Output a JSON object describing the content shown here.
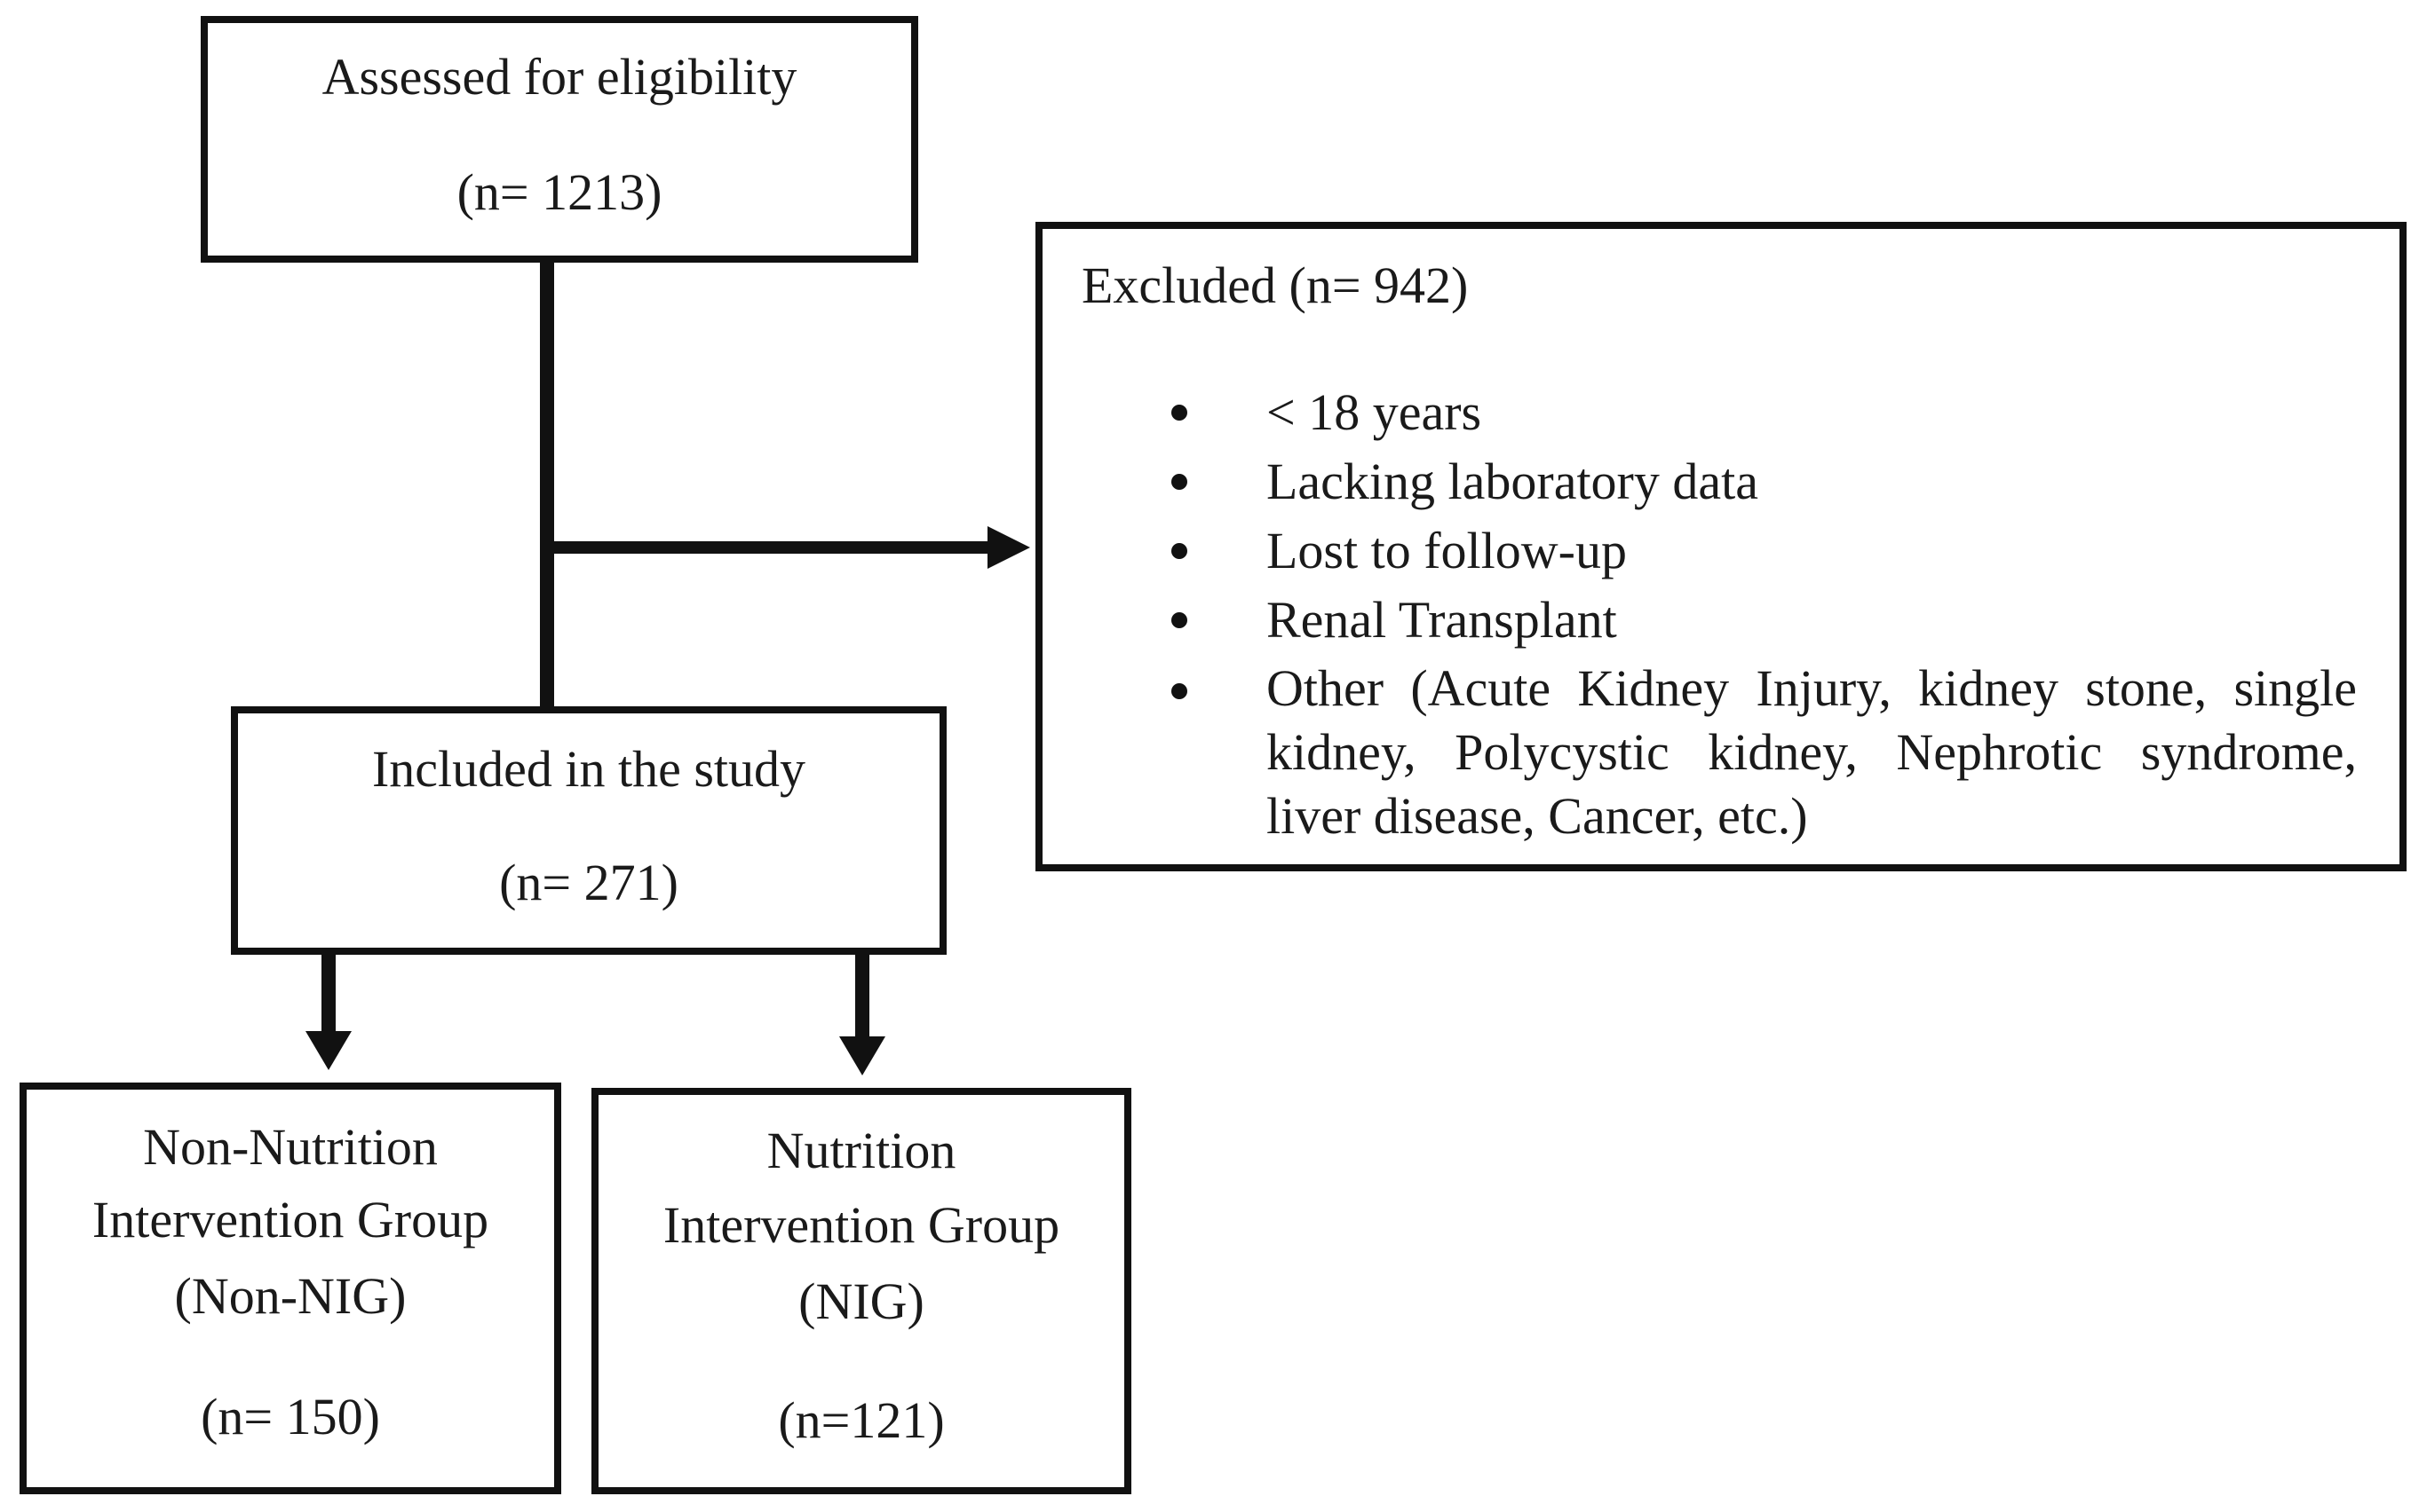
{
  "flowchart": {
    "assessed": {
      "label": "Assessed for eligibility",
      "count": "(n= 1213)"
    },
    "excluded": {
      "title": "Excluded (n= 942)",
      "reasons": [
        "< 18 years",
        "Lacking laboratory data",
        "Lost to follow-up",
        "Renal Transplant",
        "Other (Acute Kidney Injury, kidney stone, single kidney, Polycystic kidney, Nephrotic syndrome, liver disease, Cancer, etc.)"
      ]
    },
    "included": {
      "label": "Included in the study",
      "count": "(n= 271)"
    },
    "non_nig": {
      "line1": "Non-Nutrition",
      "line2": "Intervention Group",
      "line3": "(Non-NIG)",
      "count": "(n= 150)"
    },
    "nig": {
      "line1": "Nutrition",
      "line2": "Intervention Group",
      "line3": "(NIG)",
      "count": "(n=121)"
    }
  }
}
